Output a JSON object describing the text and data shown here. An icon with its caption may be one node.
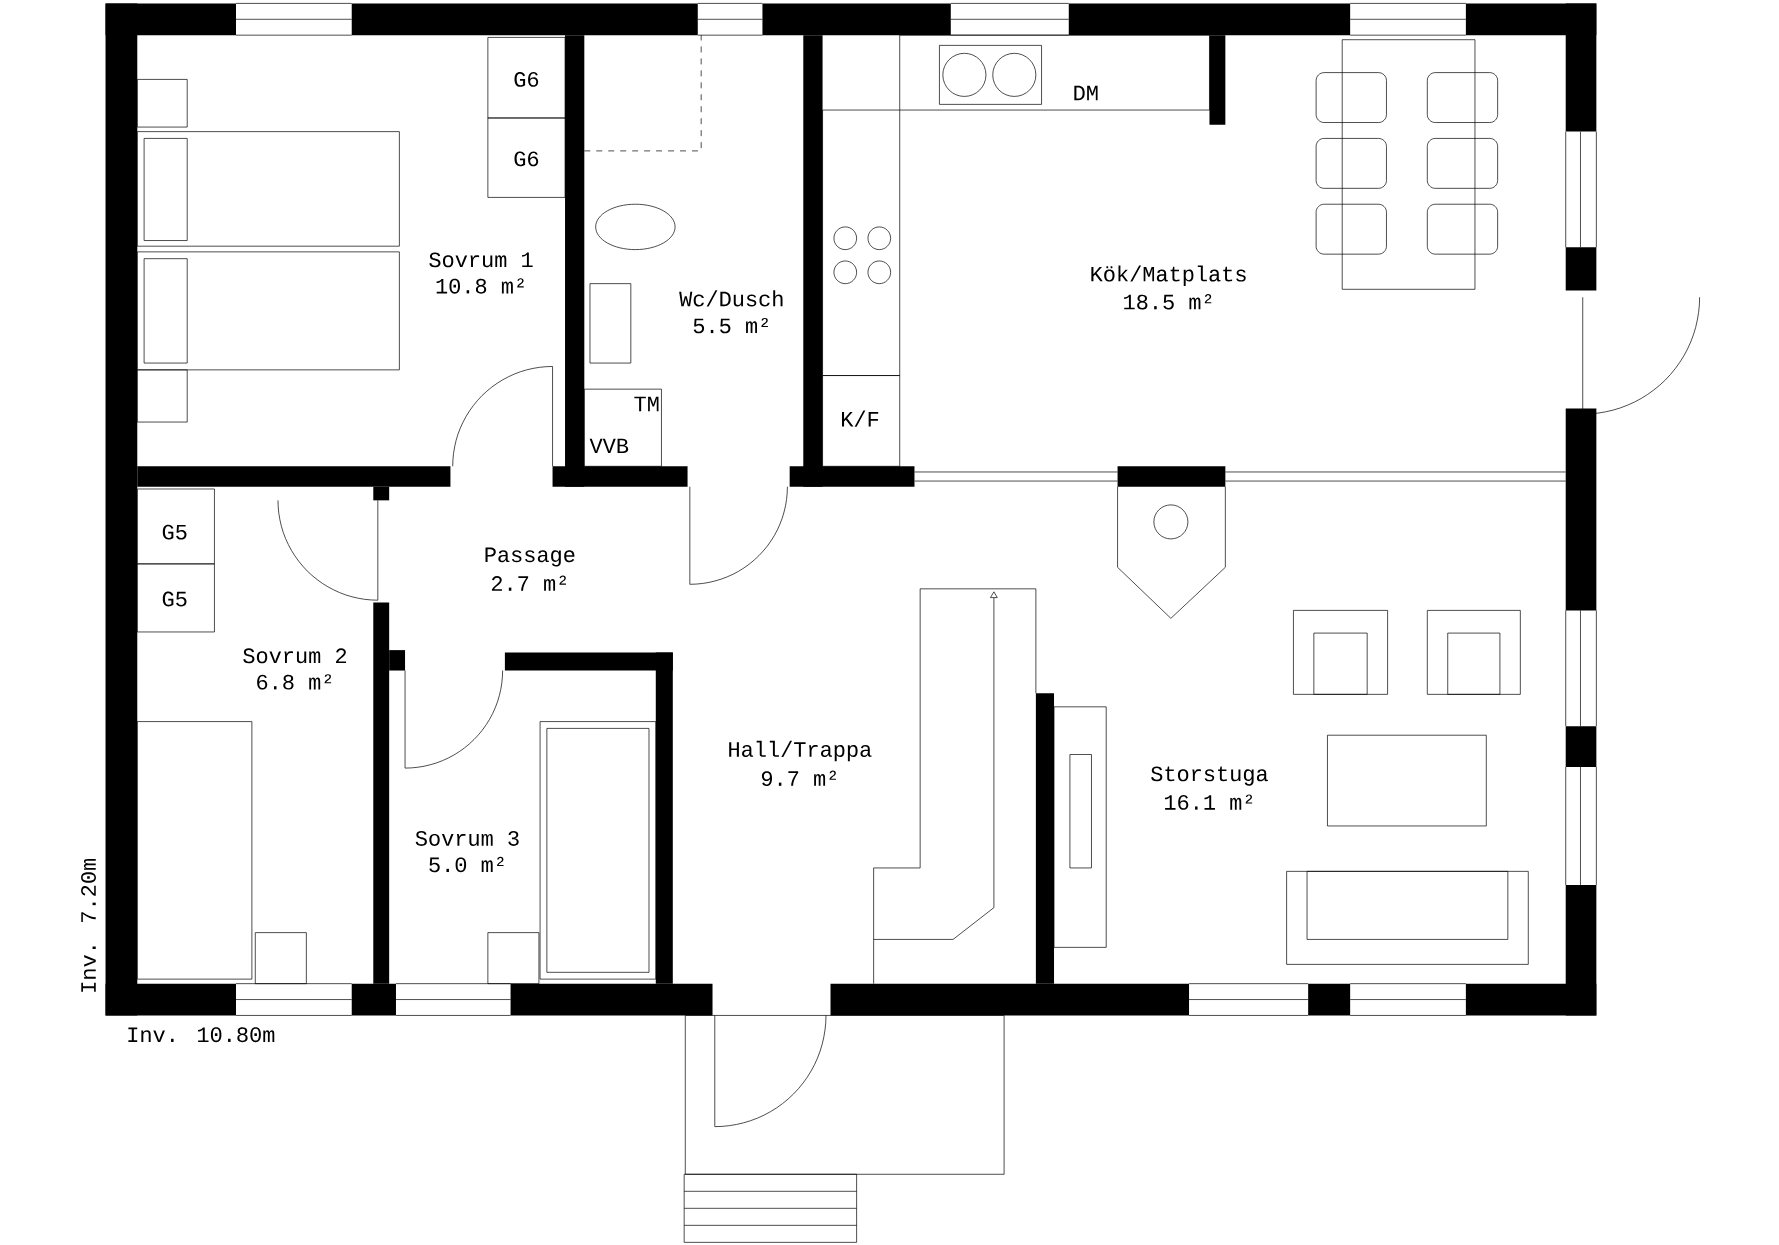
{
  "diagram": {
    "labels": [
      "G6",
      "G6",
      "DM",
      "Sovrum 1",
      "10.8 m²",
      "Kök/Matplats",
      "18.5 m²",
      "Wc/Dusch",
      "5.5 m²",
      "TM",
      "K/F",
      "VVB",
      "G5",
      "Passage",
      "2.7 m²",
      "G5",
      "Sovrum 2",
      "6.8 m²",
      "Hall/Trappa",
      "9.7 m²",
      "Storstuga",
      "16.1 m²",
      "Sovrum 3",
      "5.0 m²",
      "Inv. 7.20m",
      "Inv. 10.80m"
    ]
  }
}
